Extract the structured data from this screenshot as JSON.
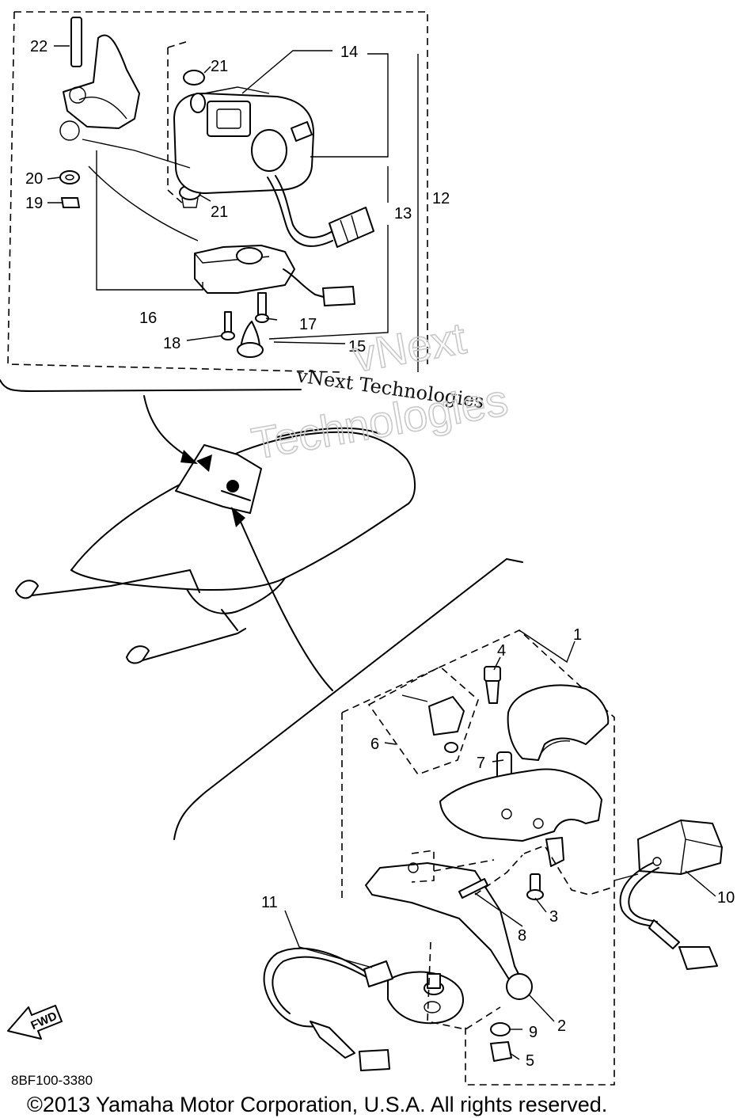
{
  "callouts": {
    "c1": "1",
    "c2": "2",
    "c3": "3",
    "c4": "4",
    "c5": "5",
    "c6": "6",
    "c7": "7",
    "c8": "8",
    "c9": "9",
    "c10": "10",
    "c11": "11",
    "c12": "12",
    "c13": "13",
    "c14": "14",
    "c15": "15",
    "c16": "16",
    "c17": "17",
    "c18": "18",
    "c19": "19",
    "c20": "20",
    "c21a": "21",
    "c21b": "21",
    "c22": "22"
  },
  "fwd_label": "FWD",
  "part_code": "8BF100-3380",
  "watermark": {
    "line1": "vNext Technologies",
    "line2a": "vNext",
    "line2b": "Technologies"
  },
  "copyright": "©2013 Yamaha Motor Corporation, U.S.A. All rights reserved.",
  "icons": {
    "fwd_arrow": "fwd-arrow-icon"
  }
}
